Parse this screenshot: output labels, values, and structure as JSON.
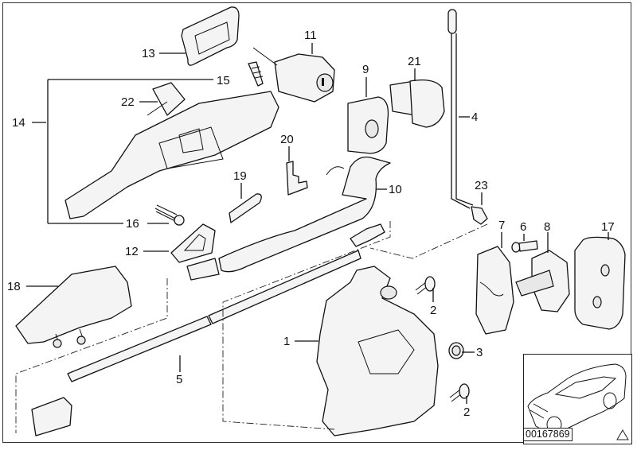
{
  "diagram": {
    "type": "exploded parts diagram",
    "subject": "door handle and lock assembly",
    "diagram_id": "00167869",
    "inset_icon": "car-outline-icon",
    "corner_icon": "warning-triangle-icon",
    "callouts": [
      {
        "id": "c1",
        "label": "1"
      },
      {
        "id": "c2a",
        "label": "2"
      },
      {
        "id": "c2b",
        "label": "2"
      },
      {
        "id": "c3",
        "label": "3"
      },
      {
        "id": "c4",
        "label": "4"
      },
      {
        "id": "c5",
        "label": "5"
      },
      {
        "id": "c6",
        "label": "6"
      },
      {
        "id": "c7",
        "label": "7"
      },
      {
        "id": "c8",
        "label": "8"
      },
      {
        "id": "c9",
        "label": "9"
      },
      {
        "id": "c10",
        "label": "10"
      },
      {
        "id": "c11",
        "label": "11"
      },
      {
        "id": "c12",
        "label": "12"
      },
      {
        "id": "c13",
        "label": "13"
      },
      {
        "id": "c14",
        "label": "14"
      },
      {
        "id": "c15",
        "label": "15"
      },
      {
        "id": "c16",
        "label": "16"
      },
      {
        "id": "c17",
        "label": "17"
      },
      {
        "id": "c18",
        "label": "18"
      },
      {
        "id": "c19",
        "label": "19"
      },
      {
        "id": "c20",
        "label": "20"
      },
      {
        "id": "c21",
        "label": "21"
      },
      {
        "id": "c22",
        "label": "22"
      },
      {
        "id": "c23",
        "label": "23"
      }
    ]
  }
}
